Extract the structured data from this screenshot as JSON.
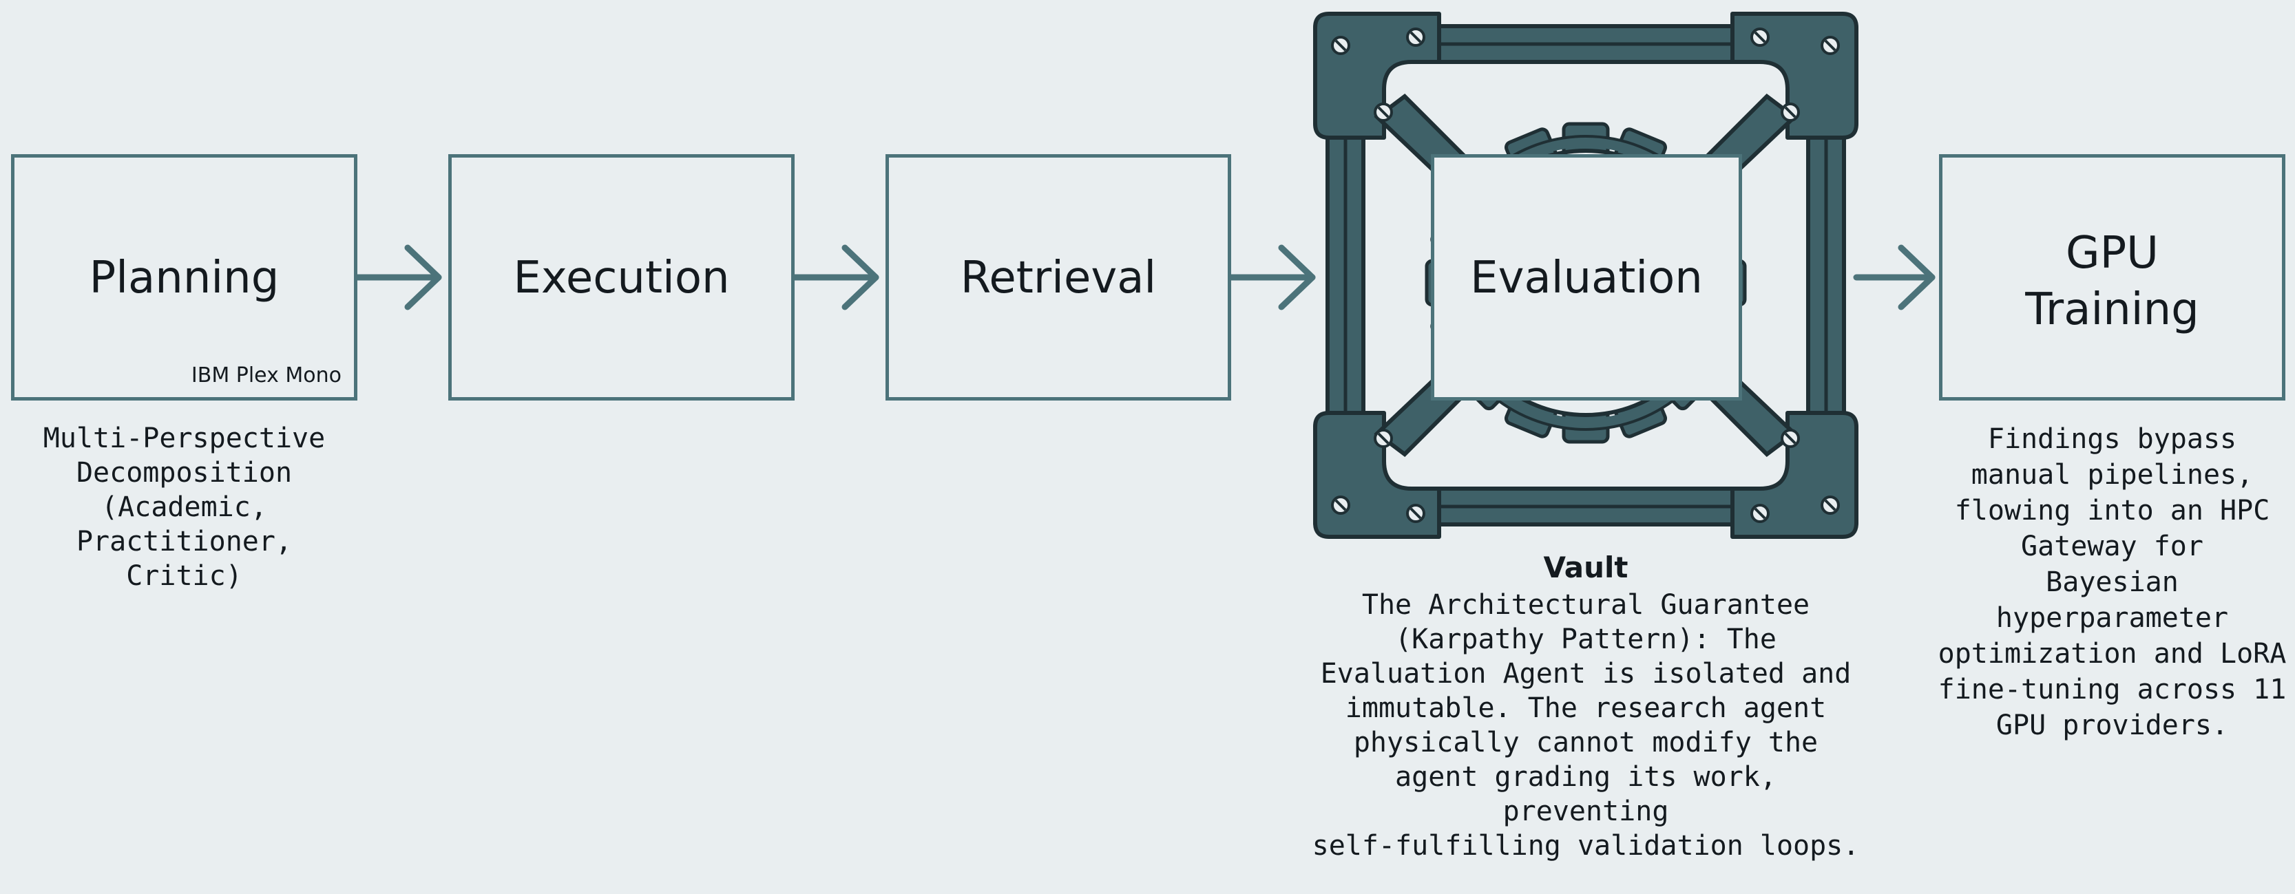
{
  "stages": [
    {
      "title": "Planning",
      "sub": "IBM Plex Mono",
      "caption": "Multi-Perspective\nDecomposition\n(Academic,\nPractitioner, Critic)"
    },
    {
      "title": "Execution"
    },
    {
      "title": "Retrieval"
    },
    {
      "title": "Evaluation",
      "heading": "Vault",
      "caption": "The Architectural Guarantee\n(Karpathy Pattern): The\nEvaluation Agent is isolated and\nimmutable. The research agent\nphysically cannot modify the\nagent grading its work, preventing\nself-fulfilling validation loops."
    },
    {
      "title": "GPU\nTraining",
      "caption": "Findings bypass\nmanual pipelines,\nflowing into an HPC\nGateway for\nBayesian\nhyperparameter\noptimization and LoRA\nfine-tuning across 11\nGPU providers."
    }
  ],
  "colors": {
    "background": "#e9eef0",
    "accent": "#4c737a",
    "vault": "#3f6168",
    "vault_dark": "#1f2f34",
    "text": "#141a1f"
  },
  "icons": [
    "arrow-right-icon",
    "vault-frame-icon",
    "gear-icon",
    "bolt-icon"
  ]
}
